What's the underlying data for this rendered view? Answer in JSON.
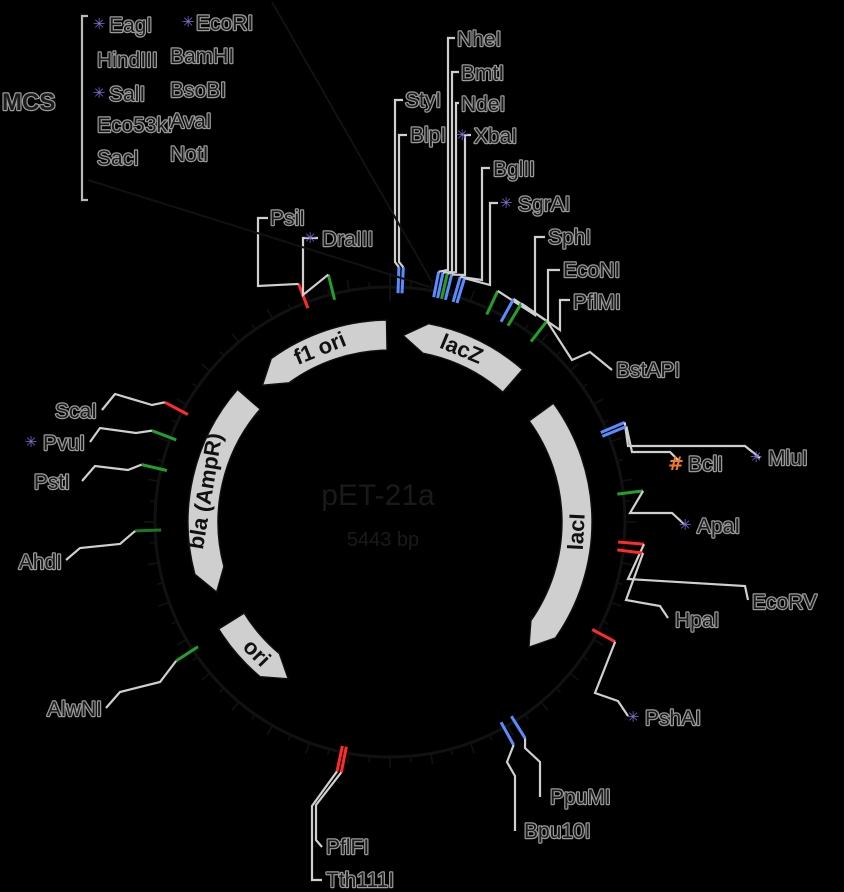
{
  "plasmid": {
    "name": "pET-21a",
    "size_label": "5443 bp",
    "length_bp": 5443
  },
  "mcs": {
    "label": "MCS",
    "col1": [
      {
        "name": "EagI",
        "star": true
      },
      {
        "name": "HindIII",
        "star": false
      },
      {
        "name": "SalI",
        "star": true
      },
      {
        "name": "Eco53kI",
        "star": false
      },
      {
        "name": "SacI",
        "star": false
      }
    ],
    "col2": [
      {
        "name": "EcoRI",
        "star": true
      },
      {
        "name": "BamHI",
        "star": false
      },
      {
        "name": "BsoBI",
        "star": false
      },
      {
        "name": "AvaI",
        "star": false
      },
      {
        "name": "NotI",
        "star": false
      }
    ]
  },
  "features": [
    {
      "name": "f1 ori",
      "start_angle": -43,
      "end_angle": -1,
      "direction": "ccw"
    },
    {
      "name": "lacZ",
      "start_angle": 4,
      "end_angle": 41,
      "direction": "ccw"
    },
    {
      "name": "lacI",
      "start_angle": 54,
      "end_angle": 132,
      "direction": "cw"
    },
    {
      "name": "ori",
      "start_angle": 213,
      "end_angle": 238,
      "direction": "ccw"
    },
    {
      "name": "bla (AmpR)",
      "start_angle": 248,
      "end_angle": 311,
      "direction": "ccw"
    }
  ],
  "sites": [
    {
      "name": "PsiI",
      "angle": -21,
      "color": "#ff2a2a",
      "star": false,
      "hash": false,
      "side": "left"
    },
    {
      "name": "DraIII",
      "angle": -14,
      "color": "#22a02a",
      "star": true,
      "hash": false,
      "side": "right"
    },
    {
      "name": "StyI",
      "angle": 2,
      "color": "#5b8cff",
      "star": false,
      "hash": false,
      "side": "right"
    },
    {
      "name": "BlpI",
      "angle": 3,
      "color": "#5b8cff",
      "star": false,
      "hash": false,
      "side": "right"
    },
    {
      "name": "NheI",
      "angle": 11,
      "color": "#5b8cff",
      "star": false,
      "hash": false,
      "side": "right"
    },
    {
      "name": "BmtI",
      "angle": 12,
      "color": "#5b8cff",
      "star": false,
      "hash": false,
      "side": "right"
    },
    {
      "name": "NdeI",
      "angle": 13,
      "color": "#22a02a",
      "star": false,
      "hash": false,
      "side": "right"
    },
    {
      "name": "XbaI",
      "angle": 14,
      "color": "#5b8cff",
      "star": true,
      "hash": false,
      "side": "right"
    },
    {
      "name": "BglII",
      "angle": 16,
      "color": "#5b8cff",
      "star": false,
      "hash": false,
      "side": "right"
    },
    {
      "name": "SgrAI",
      "angle": 17,
      "color": "#5b8cff",
      "star": true,
      "hash": false,
      "side": "right"
    },
    {
      "name": "SphI",
      "angle": 25,
      "color": "#22a02a",
      "star": false,
      "hash": false,
      "side": "right"
    },
    {
      "name": "EcoNI",
      "angle": 29,
      "color": "#5b8cff",
      "star": false,
      "hash": false,
      "side": "right"
    },
    {
      "name": "PflMI",
      "angle": 31,
      "color": "#22a02a",
      "star": false,
      "hash": false,
      "side": "right"
    },
    {
      "name": "BstAPI",
      "angle": 38,
      "color": "#22a02a",
      "star": false,
      "hash": false,
      "side": "right"
    },
    {
      "name": "MluI",
      "angle": 67,
      "color": "#5b8cff",
      "star": true,
      "hash": false,
      "side": "right"
    },
    {
      "name": "BclI",
      "angle": 68,
      "color": "#5b8cff",
      "star": false,
      "hash": true,
      "side": "right"
    },
    {
      "name": "ApaI",
      "angle": 83,
      "color": "#22a02a",
      "star": true,
      "hash": false,
      "side": "right"
    },
    {
      "name": "EcoRV",
      "angle": 95,
      "color": "#ff2a2a",
      "star": false,
      "hash": false,
      "side": "right"
    },
    {
      "name": "HpaI",
      "angle": 97,
      "color": "#ff2a2a",
      "star": false,
      "hash": false,
      "side": "right"
    },
    {
      "name": "PshAI",
      "angle": 118,
      "color": "#ff2a2a",
      "star": true,
      "hash": false,
      "side": "right"
    },
    {
      "name": "PpuMI",
      "angle": 148,
      "color": "#5b8cff",
      "star": false,
      "hash": false,
      "side": "right"
    },
    {
      "name": "Bpu10I",
      "angle": 151,
      "color": "#5b8cff",
      "star": false,
      "hash": false,
      "side": "right"
    },
    {
      "name": "PflFI",
      "angle": 191,
      "color": "#ff2a2a",
      "star": false,
      "hash": false,
      "side": "right"
    },
    {
      "name": "Tth111I",
      "angle": 192,
      "color": "#ff2a2a",
      "star": false,
      "hash": false,
      "side": "right"
    },
    {
      "name": "AlwNI",
      "angle": 237,
      "color": "#22a02a",
      "star": false,
      "hash": false,
      "side": "left"
    },
    {
      "name": "AhdI",
      "angle": 268,
      "color": "#1a7a1a",
      "star": false,
      "hash": false,
      "side": "left"
    },
    {
      "name": "PstI",
      "angle": 283,
      "color": "#22a02a",
      "star": false,
      "hash": false,
      "side": "left"
    },
    {
      "name": "PvuI",
      "angle": 291,
      "color": "#22a02a",
      "star": true,
      "hash": false,
      "side": "left"
    },
    {
      "name": "ScaI",
      "angle": 298,
      "color": "#ff2a2a",
      "star": false,
      "hash": false,
      "side": "left"
    }
  ],
  "colors": {
    "background": "#000000",
    "backbone": "#111111",
    "label_text": "#1c1c1c",
    "leader": "#cfcfcf",
    "feature_fill": "#cfcfcf",
    "star": "#7b6fd0",
    "hash": "#f07a2a"
  }
}
